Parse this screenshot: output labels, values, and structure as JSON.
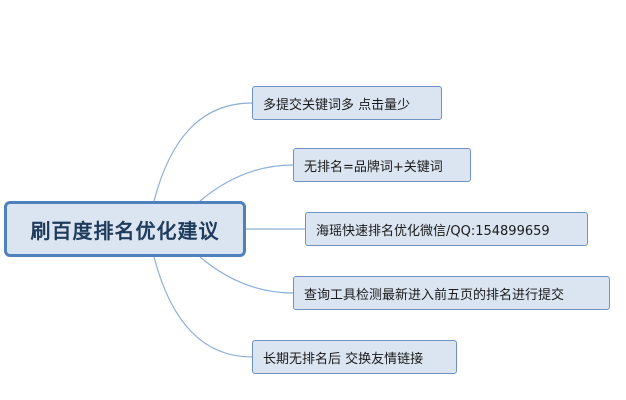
{
  "mindmap": {
    "root": {
      "label": "刷百度排名优化建议"
    },
    "branches": [
      {
        "label": "多提交关键词多 点击量少"
      },
      {
        "label": "无排名=品牌词+关键词"
      },
      {
        "label": "海瑶快速排名优化微信/QQ:154899659"
      },
      {
        "label": "查询工具检测最新进入前五页的排名进行提交"
      },
      {
        "label": "长期无排名后 交换友情链接"
      }
    ],
    "colors": {
      "node_fill": "#dbe5f1",
      "root_border": "#4f81bd",
      "branch_border": "#6d92c3",
      "connector": "#8fb0d6"
    }
  }
}
